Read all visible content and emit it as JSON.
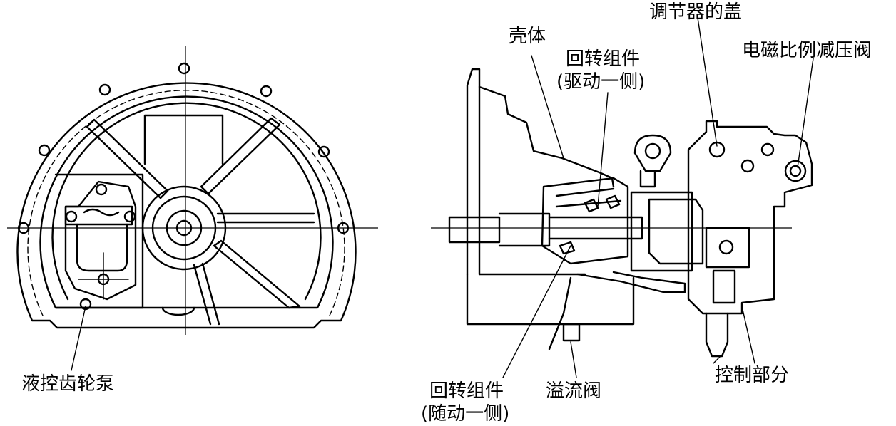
{
  "labels": {
    "housing": "壳体",
    "rotary_drive_1": "回转组件",
    "rotary_drive_2": "(驱动一侧)",
    "regulator_cover": "调节器的盖",
    "solenoid_valve": "电磁比例减压阀",
    "gear_pump": "液控齿轮泵",
    "rotary_follow_1": "回转组件",
    "rotary_follow_2": "(随动一侧)",
    "relief_valve": "溢流阀",
    "control_part": "控制部分"
  }
}
